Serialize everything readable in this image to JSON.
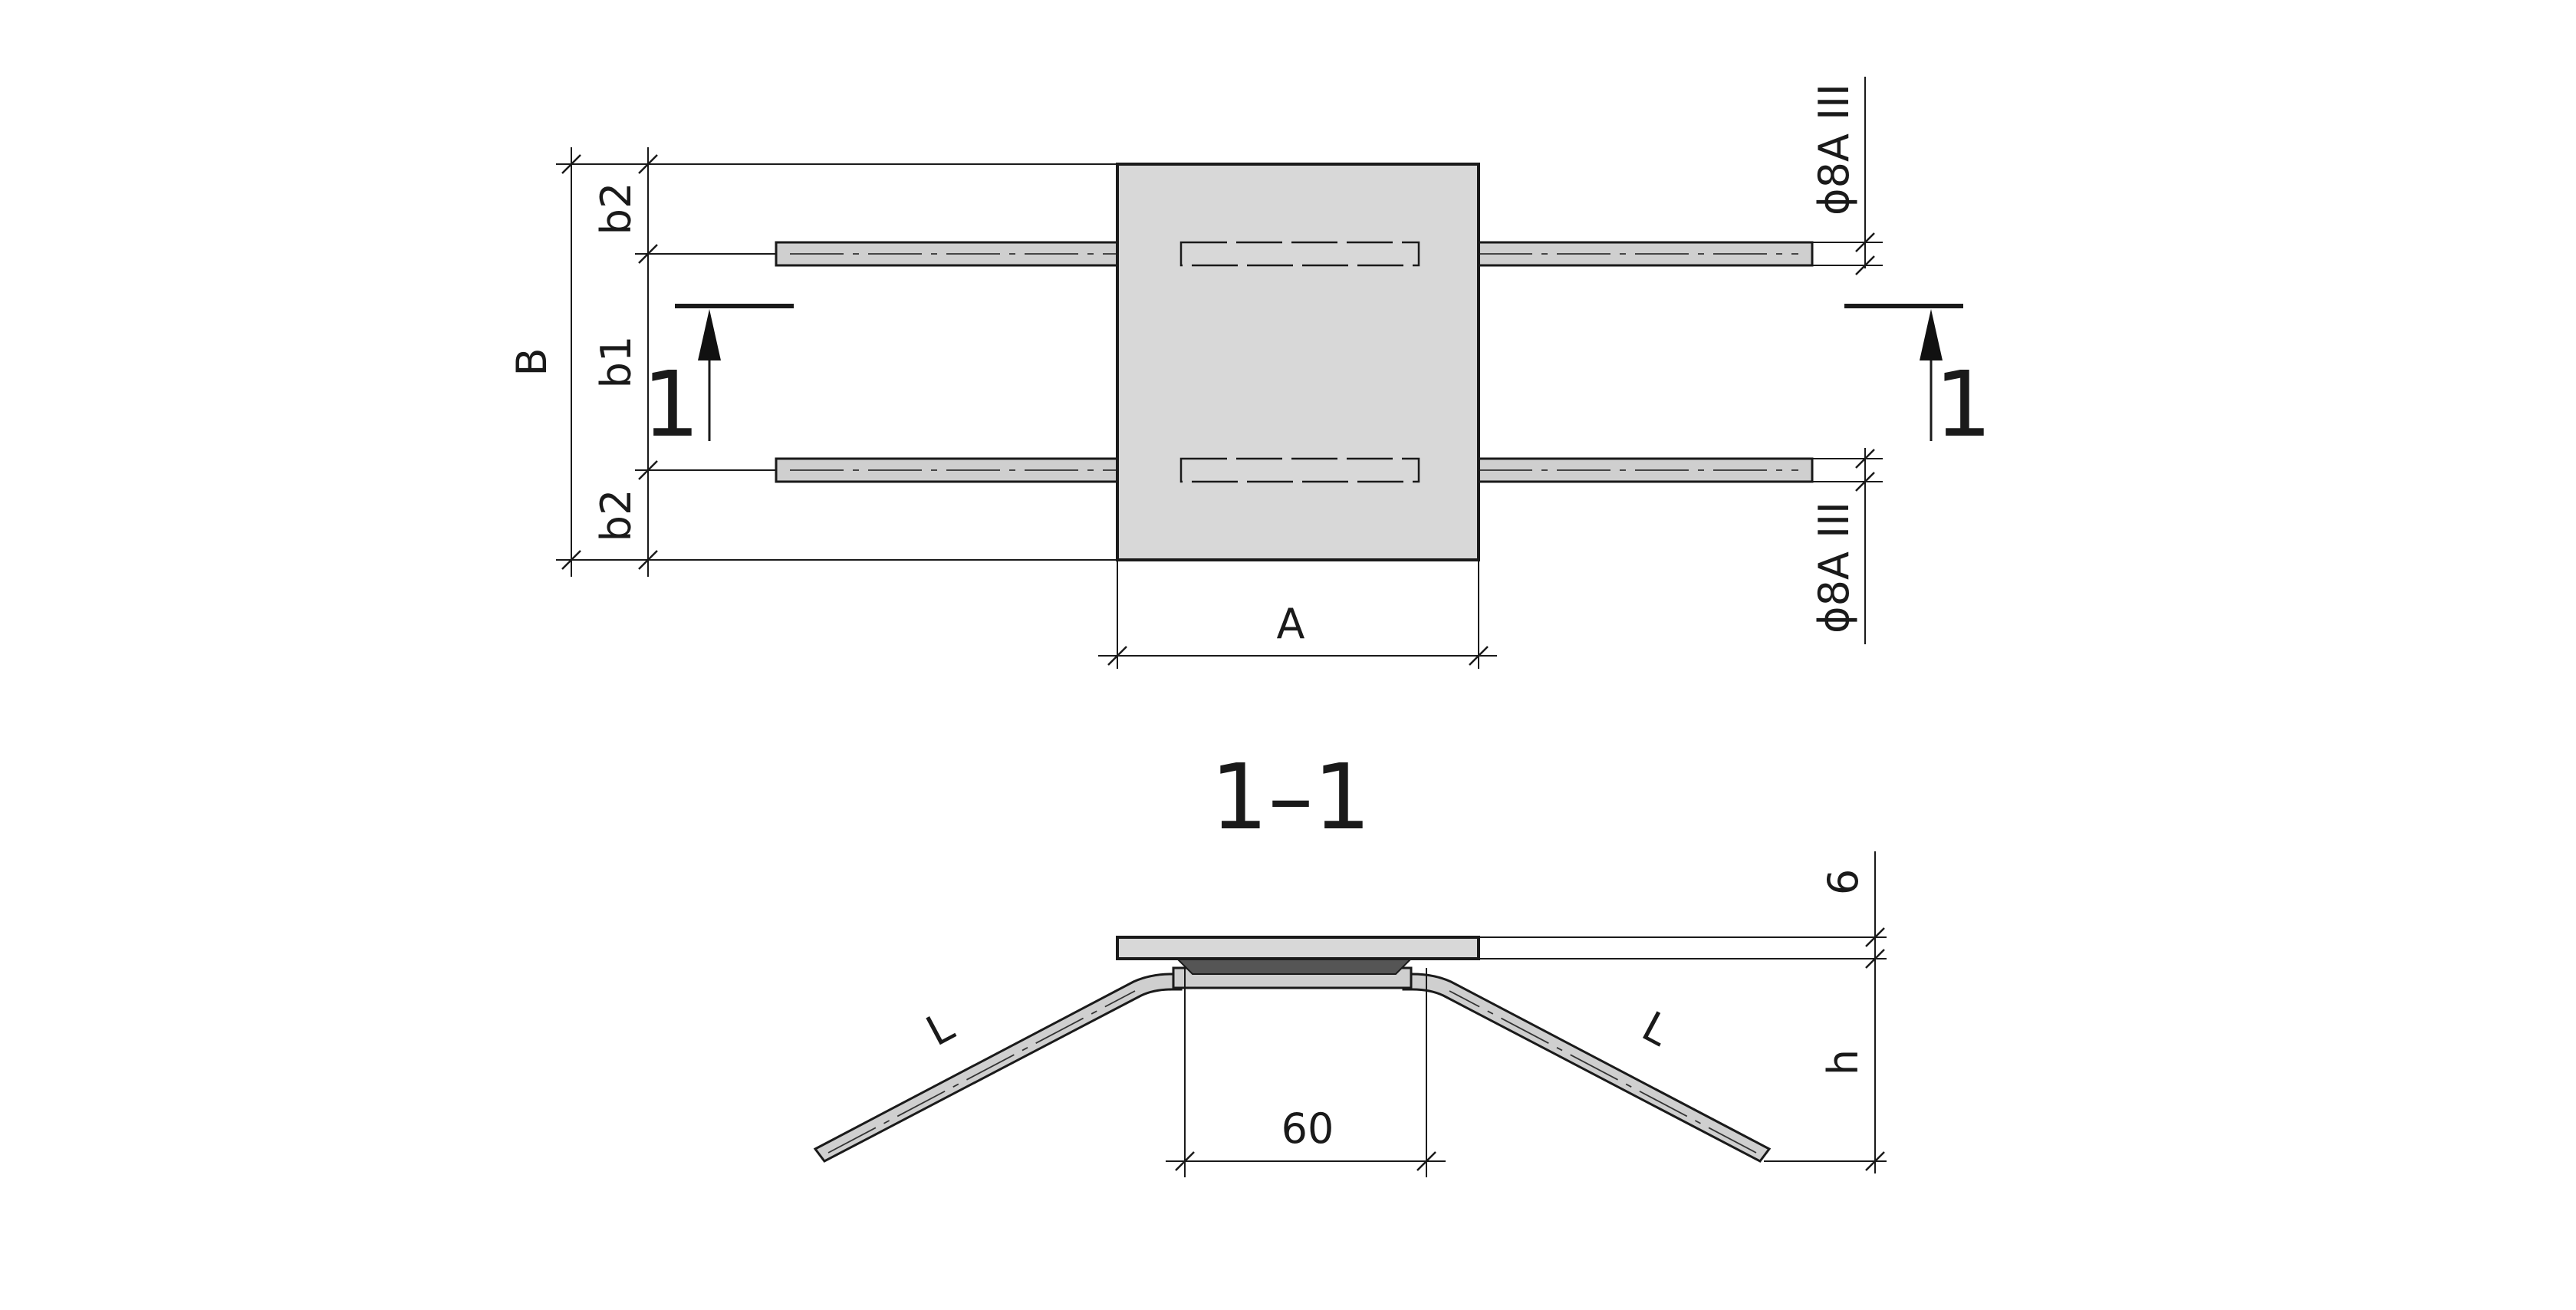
{
  "labels": {
    "B": "B",
    "b2_top": "b2",
    "b1": "b1",
    "b2_bottom": "b2",
    "A": "A",
    "rebar_top": "ϕ8A III",
    "rebar_bottom": "ϕ8A III",
    "section_mark_left": "1",
    "section_mark_right": "1",
    "section_title": "1–1",
    "thickness": "6",
    "weld_length": "60",
    "height": "h",
    "bar_length_left": "L",
    "bar_length_right": "L"
  }
}
